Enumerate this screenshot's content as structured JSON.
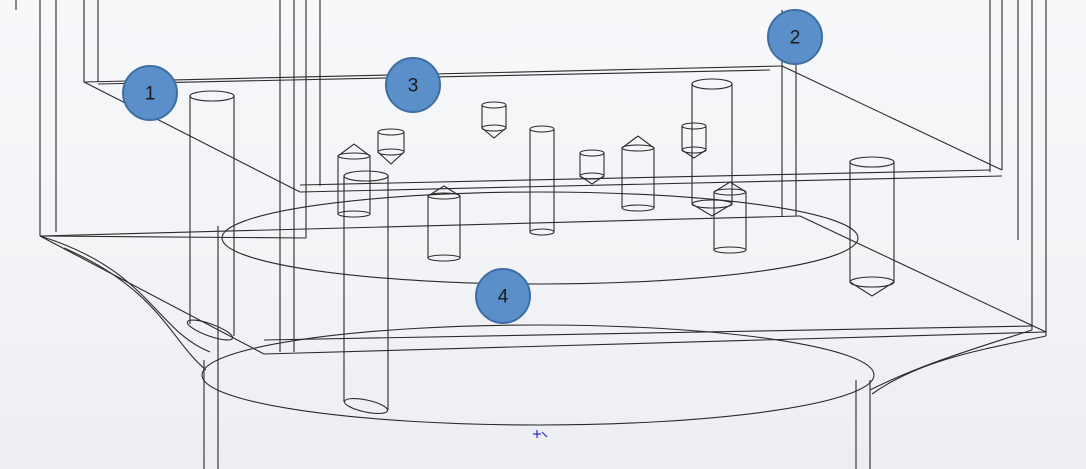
{
  "callouts": [
    {
      "label": "1"
    },
    {
      "label": "2"
    },
    {
      "label": "3"
    },
    {
      "label": "4"
    }
  ],
  "colors": {
    "callout_fill": "#5b8fc9",
    "callout_border": "#3e6ea3",
    "wireframe_edge": "#2b2b2b",
    "background": "#f1f3f6",
    "cursor": "#2a2ad8"
  },
  "cursor_icon": "cursor-crosshair-icon"
}
